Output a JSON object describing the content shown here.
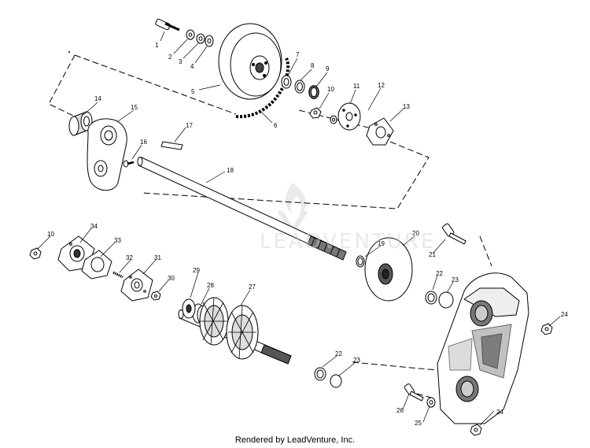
{
  "watermark": {
    "brand": "LEADVENTURE"
  },
  "footer": {
    "text": "Rendered by LeadVenture, Inc."
  },
  "callouts": [
    "1",
    "2",
    "3",
    "4",
    "5",
    "6",
    "7",
    "8",
    "9",
    "10",
    "11",
    "12",
    "13",
    "14",
    "15",
    "16",
    "17",
    "18",
    "19",
    "20",
    "21",
    "22",
    "22",
    "23",
    "23",
    "24",
    "24",
    "25",
    "26",
    "27",
    "28",
    "29",
    "30",
    "31",
    "32",
    "33",
    "34",
    "10"
  ]
}
